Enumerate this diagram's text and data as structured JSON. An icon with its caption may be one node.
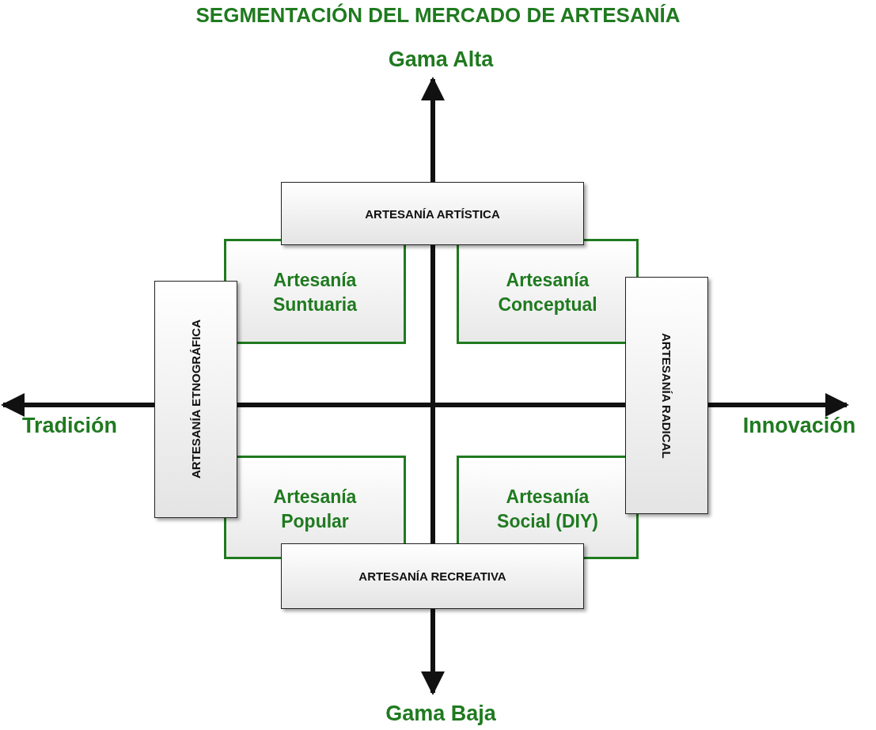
{
  "diagram": {
    "title": "SEGMENTACIÓN DEL MERCADO DE ARTESANÍA",
    "nodes": [
      {
        "text": [
          "ARTESANÍA ARTÍSTICA"
        ]
      },
      {
        "text": [
          "Artesanía Suntuaria"
        ]
      },
      {
        "text": [
          "Artesanía Conceptual"
        ]
      },
      {
        "text": [
          "ARTESANÍA ETNOGRÁFICA"
        ]
      },
      {
        "text": [
          "ARTESANÍA RADICAL"
        ]
      },
      {
        "text": [
          "Artesanía Popular"
        ]
      },
      {
        "text": [
          "Artesanía Social (DIY)"
        ]
      },
      {
        "text": [
          "ARTESANÍA RECREATIVA"
        ]
      }
    ],
    "labels": [
      "Gama Alta",
      "Tradición",
      "Innovación",
      "Gama Baja"
    ]
  }
}
